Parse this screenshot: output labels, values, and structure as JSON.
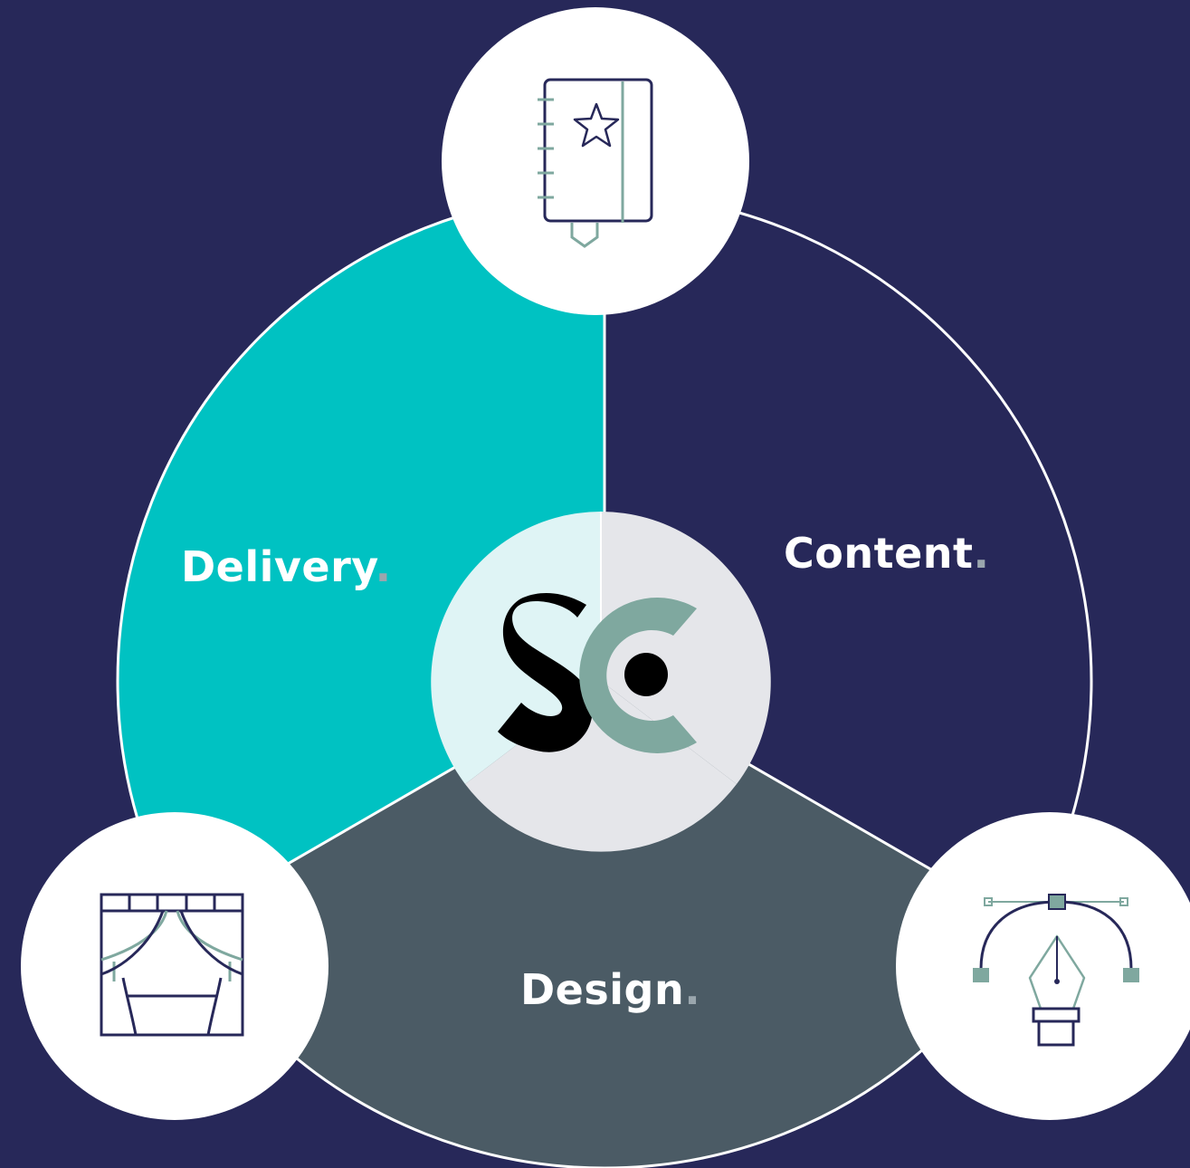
{
  "segments": {
    "delivery": {
      "label": "Delivery",
      "dot": ".",
      "icon": "theater-curtain-icon"
    },
    "content": {
      "label": "Content",
      "dot": ".",
      "icon": "notebook-star-icon"
    },
    "design": {
      "label": "Design",
      "dot": ".",
      "icon": "pen-tool-bezier-icon"
    }
  },
  "logo": {
    "text": "SC"
  },
  "colors": {
    "background": "#272859",
    "delivery": "#00c2c2",
    "content": "#272859",
    "design": "#4b5b65",
    "accent": "#7fa89f",
    "center_left": "#dff4f5",
    "center_right": "#e5e6ea",
    "icon_stroke": "#272859",
    "white": "#ffffff"
  }
}
